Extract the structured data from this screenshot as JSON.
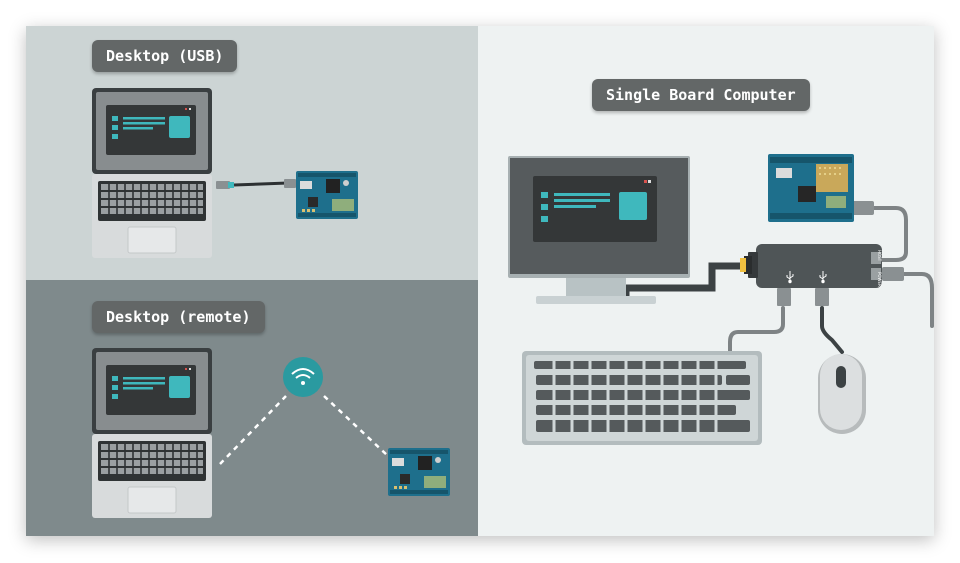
{
  "labels": {
    "desktop_usb": "Desktop (USB)",
    "desktop_remote": "Desktop (remote)",
    "single_board_computer": "Single Board Computer"
  },
  "hub_port_labels": {
    "power": "POWER",
    "host": "HOST"
  },
  "colors": {
    "usb_panel_bg": "#ccd4d4",
    "remote_panel_bg": "#7f8a8c",
    "sbc_panel_bg": "#eef2f2",
    "pill_bg": "#636767",
    "accent_teal": "#3fb8bd",
    "board_blue": "#1e6f8c",
    "cable_dark": "#3c4244",
    "wifi_teal": "#2a9aa0"
  },
  "icons": [
    "laptop-icon",
    "board-icon",
    "wifi-icon",
    "monitor-icon",
    "keyboard-icon",
    "mouse-icon",
    "usb-hub-icon",
    "usb-symbol-icon"
  ]
}
